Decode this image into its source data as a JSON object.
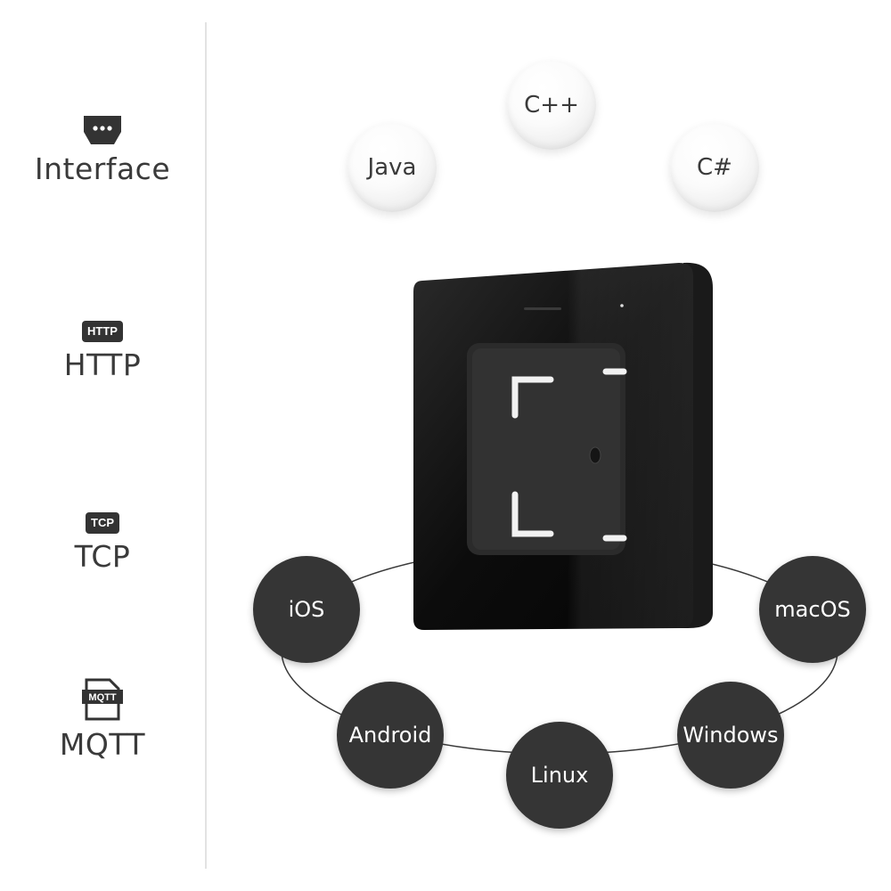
{
  "sidebar": {
    "features": [
      {
        "label": "Interface",
        "icon": "serial-port-icon"
      },
      {
        "label": "HTTP",
        "icon": "http-badge-icon",
        "badge_text": "HTTP"
      },
      {
        "label": "TCP",
        "icon": "tcp-badge-icon",
        "badge_text": "TCP"
      },
      {
        "label": "MQTT",
        "icon": "mqtt-document-icon",
        "badge_text": "MQTT"
      }
    ]
  },
  "languages": [
    "Java",
    "C++",
    "C#"
  ],
  "platforms": [
    "iOS",
    "macOS",
    "Android",
    "Linux",
    "Windows"
  ],
  "colors": {
    "dark_circle": "#353535",
    "text": "#3a3a3a",
    "device": "#111111"
  }
}
